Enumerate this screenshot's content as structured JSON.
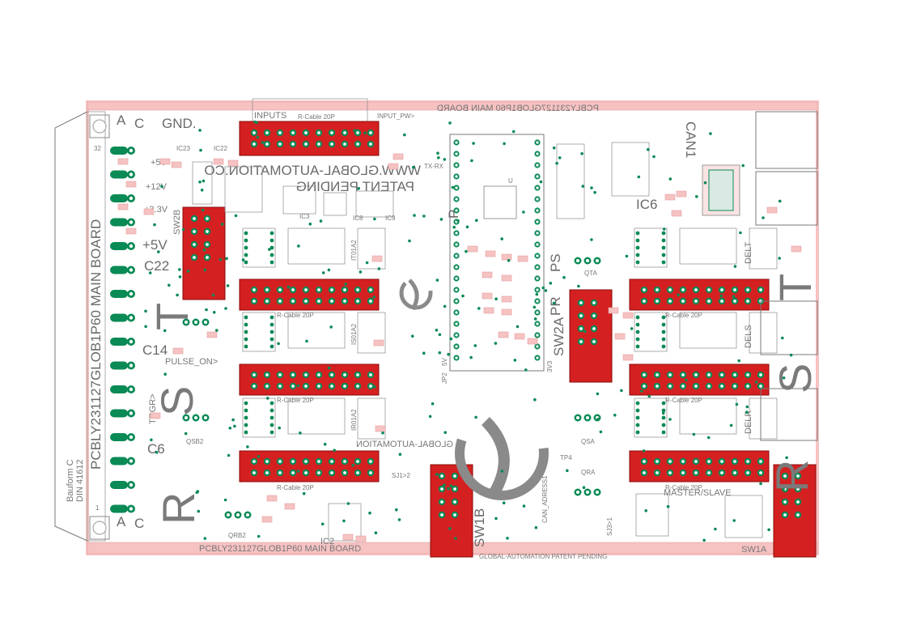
{
  "board": {
    "title": "PCBLY231127GLOB1P60 MAIN BOARD",
    "title_bottom": "PCBLY231127GLOB1P60 MAIN BOARD",
    "mirrored_top": "PCBLY231127GLOB1P60 MAIN BOARD",
    "bauform": "Bauform C",
    "din": "DIN 41612",
    "www": "WWW.GLOBAL-AUTOMATION.CO",
    "patent": "PATENT PENDING",
    "patent_bottom": "GLOBAL-AUTOMATION PATENT PENDING",
    "global_mirror": "GLOBAL-AUTOMATION",
    "master_slave": "MASTER/SLAVE",
    "can_adress": "CAN_ADRESS1",
    "can_side": "CAN1"
  },
  "connector_edge": {
    "pin_top": "32",
    "pin_bottom": "1",
    "row_a_top": "A",
    "row_c_top": "C",
    "row_a_bottom": "A",
    "row_c_bottom": "C"
  },
  "power_labels": {
    "gnd": "GND.",
    "p5v": "+5V",
    "p12v": "+12V",
    "p33v": "+3.3V",
    "p5v_big": "+5V"
  },
  "ribbon_connectors": [
    {
      "id": "inputs",
      "title": "INPUTS",
      "label": "R-Cable 20P"
    },
    {
      "id": "ribbon-left-1",
      "label": "R-Cable 20P"
    },
    {
      "id": "ribbon-left-2",
      "label": "R-Cable 20P"
    },
    {
      "id": "ribbon-left-3",
      "label": "R-Cable 20P"
    },
    {
      "id": "ribbon-right-1",
      "label": "R-Cable 20P"
    },
    {
      "id": "ribbon-right-2",
      "label": "R-Cable 20P"
    },
    {
      "id": "ribbon-right-3",
      "label": "R-Cable 20P"
    }
  ],
  "ic_labels": {
    "ic23": "IC23",
    "ic22": "IC22",
    "ic3": "IC3",
    "ic8": "IC8",
    "ic9": "IC9",
    "ic6": "IC6",
    "ic2": "IC2",
    "u": "U"
  },
  "signal_labels": {
    "input_pw": "INPUT_PW>",
    "pulse_on": "PULSE_ON>",
    "trgr": "TRGR>",
    "tx_rx": "TX-RX",
    "jp2": "JP2",
    "v5": "5V",
    "v33": "3V3",
    "sj1": "SJ1>2",
    "sj3": "SJ3>1",
    "tp4": "TP4"
  },
  "switch_labels": {
    "sw2b": "SW2B",
    "sw2a": "SW2A",
    "sw1b": "SW1B",
    "sw1a": "SW1A"
  },
  "big_letters": {
    "t_left": "T",
    "s_left": "S",
    "r_left": "R",
    "p_left": "P",
    "t_right": "T",
    "s_right": "S",
    "r_right": "R",
    "ps": "PS",
    "pr": "PR",
    "c22": "C22",
    "c14": "C14",
    "c6": "C6"
  },
  "transistor_labels": {
    "qta": "QTA",
    "qsa": "QSA",
    "qra": "QRA",
    "qsb2": "QSB2",
    "qrb2": "QRB2"
  },
  "relay_labels": {
    "it01a2": "IT01A2",
    "is01a2": "IS01A2",
    "ir01a2": "IR01A2",
    "del_t": "DELT",
    "del_s": "DELS",
    "del_r": "DELR"
  },
  "colors": {
    "outline_pink": "#f6c2c2",
    "connector_red": "#d42020",
    "pad_green": "#0a8a55",
    "silkscreen_grey": "#777777"
  }
}
